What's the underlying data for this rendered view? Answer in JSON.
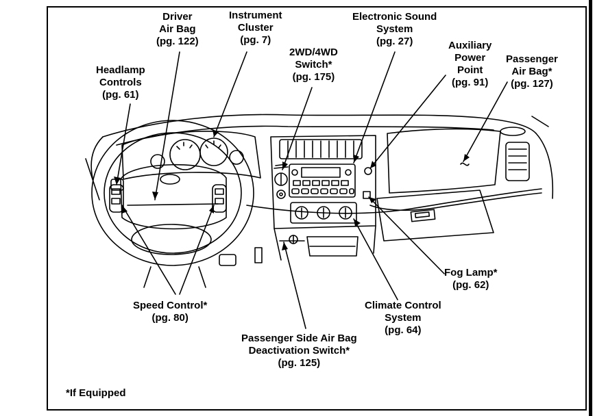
{
  "callouts": {
    "headlamp": [
      "Headlamp",
      "Controls",
      "(pg. 61)"
    ],
    "driver_air_bag": [
      "Driver",
      "Air Bag",
      "(pg. 122)"
    ],
    "instrument_cluster": [
      "Instrument",
      "Cluster",
      "(pg. 7)"
    ],
    "switch_2wd_4wd": [
      "2WD/4WD",
      "Switch*",
      "(pg. 175)"
    ],
    "sound_system": [
      "Electronic Sound",
      "System",
      "(pg. 27)"
    ],
    "aux_power": [
      "Auxiliary",
      "Power",
      "Point",
      "(pg. 91)"
    ],
    "passenger_air_bag": [
      "Passenger",
      "Air Bag*",
      "(pg. 127)"
    ],
    "fog_lamp": [
      "Fog Lamp*",
      "(pg. 62)"
    ],
    "climate_control": [
      "Climate Control",
      "System",
      "(pg. 64)"
    ],
    "passenger_deactivation": [
      "Passenger Side Air Bag",
      "Deactivation Switch*",
      "(pg. 125)"
    ],
    "speed_control": [
      "Speed Control*",
      "(pg. 80)"
    ]
  },
  "footnote": "*If Equipped",
  "colors": {
    "ink": "#000000",
    "paper": "#ffffff"
  }
}
